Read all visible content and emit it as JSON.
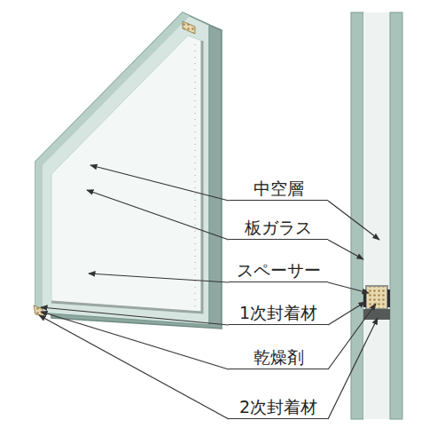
{
  "diagram": {
    "labels": [
      "中空層",
      "板ガラス",
      "スペーサー",
      "1次封着材",
      "乾燥剤",
      "2次封着材"
    ]
  }
}
